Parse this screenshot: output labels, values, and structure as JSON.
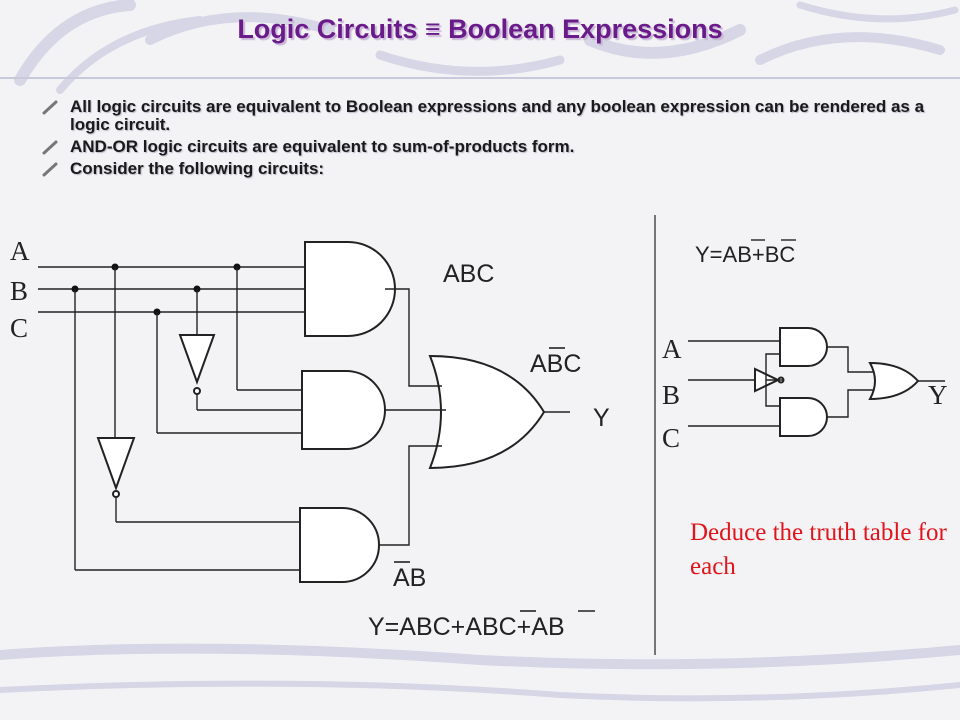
{
  "title": "Logic Circuits ≡ Boolean Expressions",
  "bullets": [
    "All logic circuits are equivalent to Boolean expressions and any boolean expression can be rendered as a logic circuit.",
    "AND-OR logic circuits are equivalent to sum-of-products form.",
    "Consider the following circuits:"
  ],
  "circuit1": {
    "inputs": [
      "A",
      "B",
      "C"
    ],
    "term1": "ABC",
    "term2": "ABC",
    "term2_bar_over": "B",
    "term3": "AB",
    "term3_bar_over": "A",
    "output": "Y",
    "expression": "Y=ABC+ABC+AB"
  },
  "circuit2": {
    "inputs": [
      "A",
      "B",
      "C"
    ],
    "output": "Y",
    "expression": "Y=AB+BC"
  },
  "note": "Deduce the truth table for each",
  "colors": {
    "title": "#6a1b8a",
    "note": "#e0151b",
    "background": "#f3f3f6"
  }
}
